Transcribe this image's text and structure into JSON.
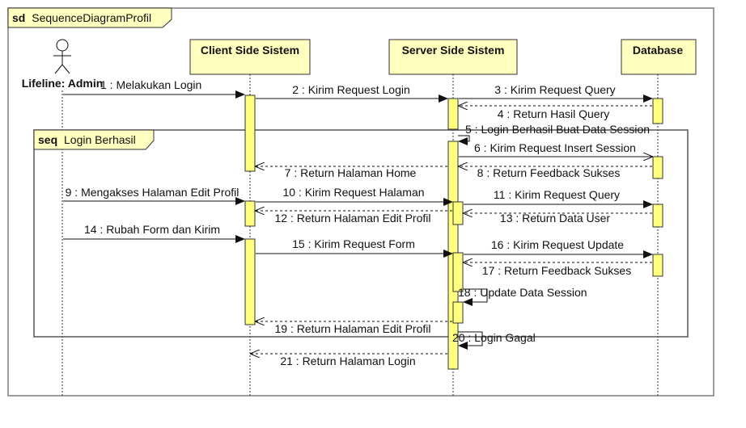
{
  "frame": {
    "keyword": "sd",
    "name": "SequenceDiagramProfil"
  },
  "lifelines": {
    "actor": "Lifeline: Admin",
    "client": "Client Side Sistem",
    "server": "Server Side Sistem",
    "database": "Database"
  },
  "fragment": {
    "keyword": "seq",
    "name": "Login Berhasil"
  },
  "messages": [
    "1 : Melakukan Login",
    "2 : Kirim Request Login",
    "3 : Kirim Request Query",
    "4 : Return Hasil Query",
    "5 : Login Berhasil Buat Data Session",
    "6 : Kirim Request Insert Session",
    "7 : Return Halaman Home",
    "8 : Return Feedback Sukses",
    "9 : Mengakses Halaman Edit Profil",
    "10 : Kirim Request Halaman",
    "11 : Kirim Request Query",
    "12 : Return Halaman Edit Profil",
    "13 : Return Data User",
    "14 : Rubah Form dan Kirim",
    "15 : Kirim Request Form",
    "16 : Kirim Request Update",
    "17 : Return Feedback Sukses",
    "18 : Update Data Session",
    "19 : Return Halaman Edit Profil",
    "20 : Login Gagal",
    "21 : Return Halaman Login"
  ],
  "colors": {
    "lifeline_box": "#ffffc0",
    "activation": "#ffff80",
    "stroke": "#333333",
    "frame": "#7f7f7f"
  }
}
